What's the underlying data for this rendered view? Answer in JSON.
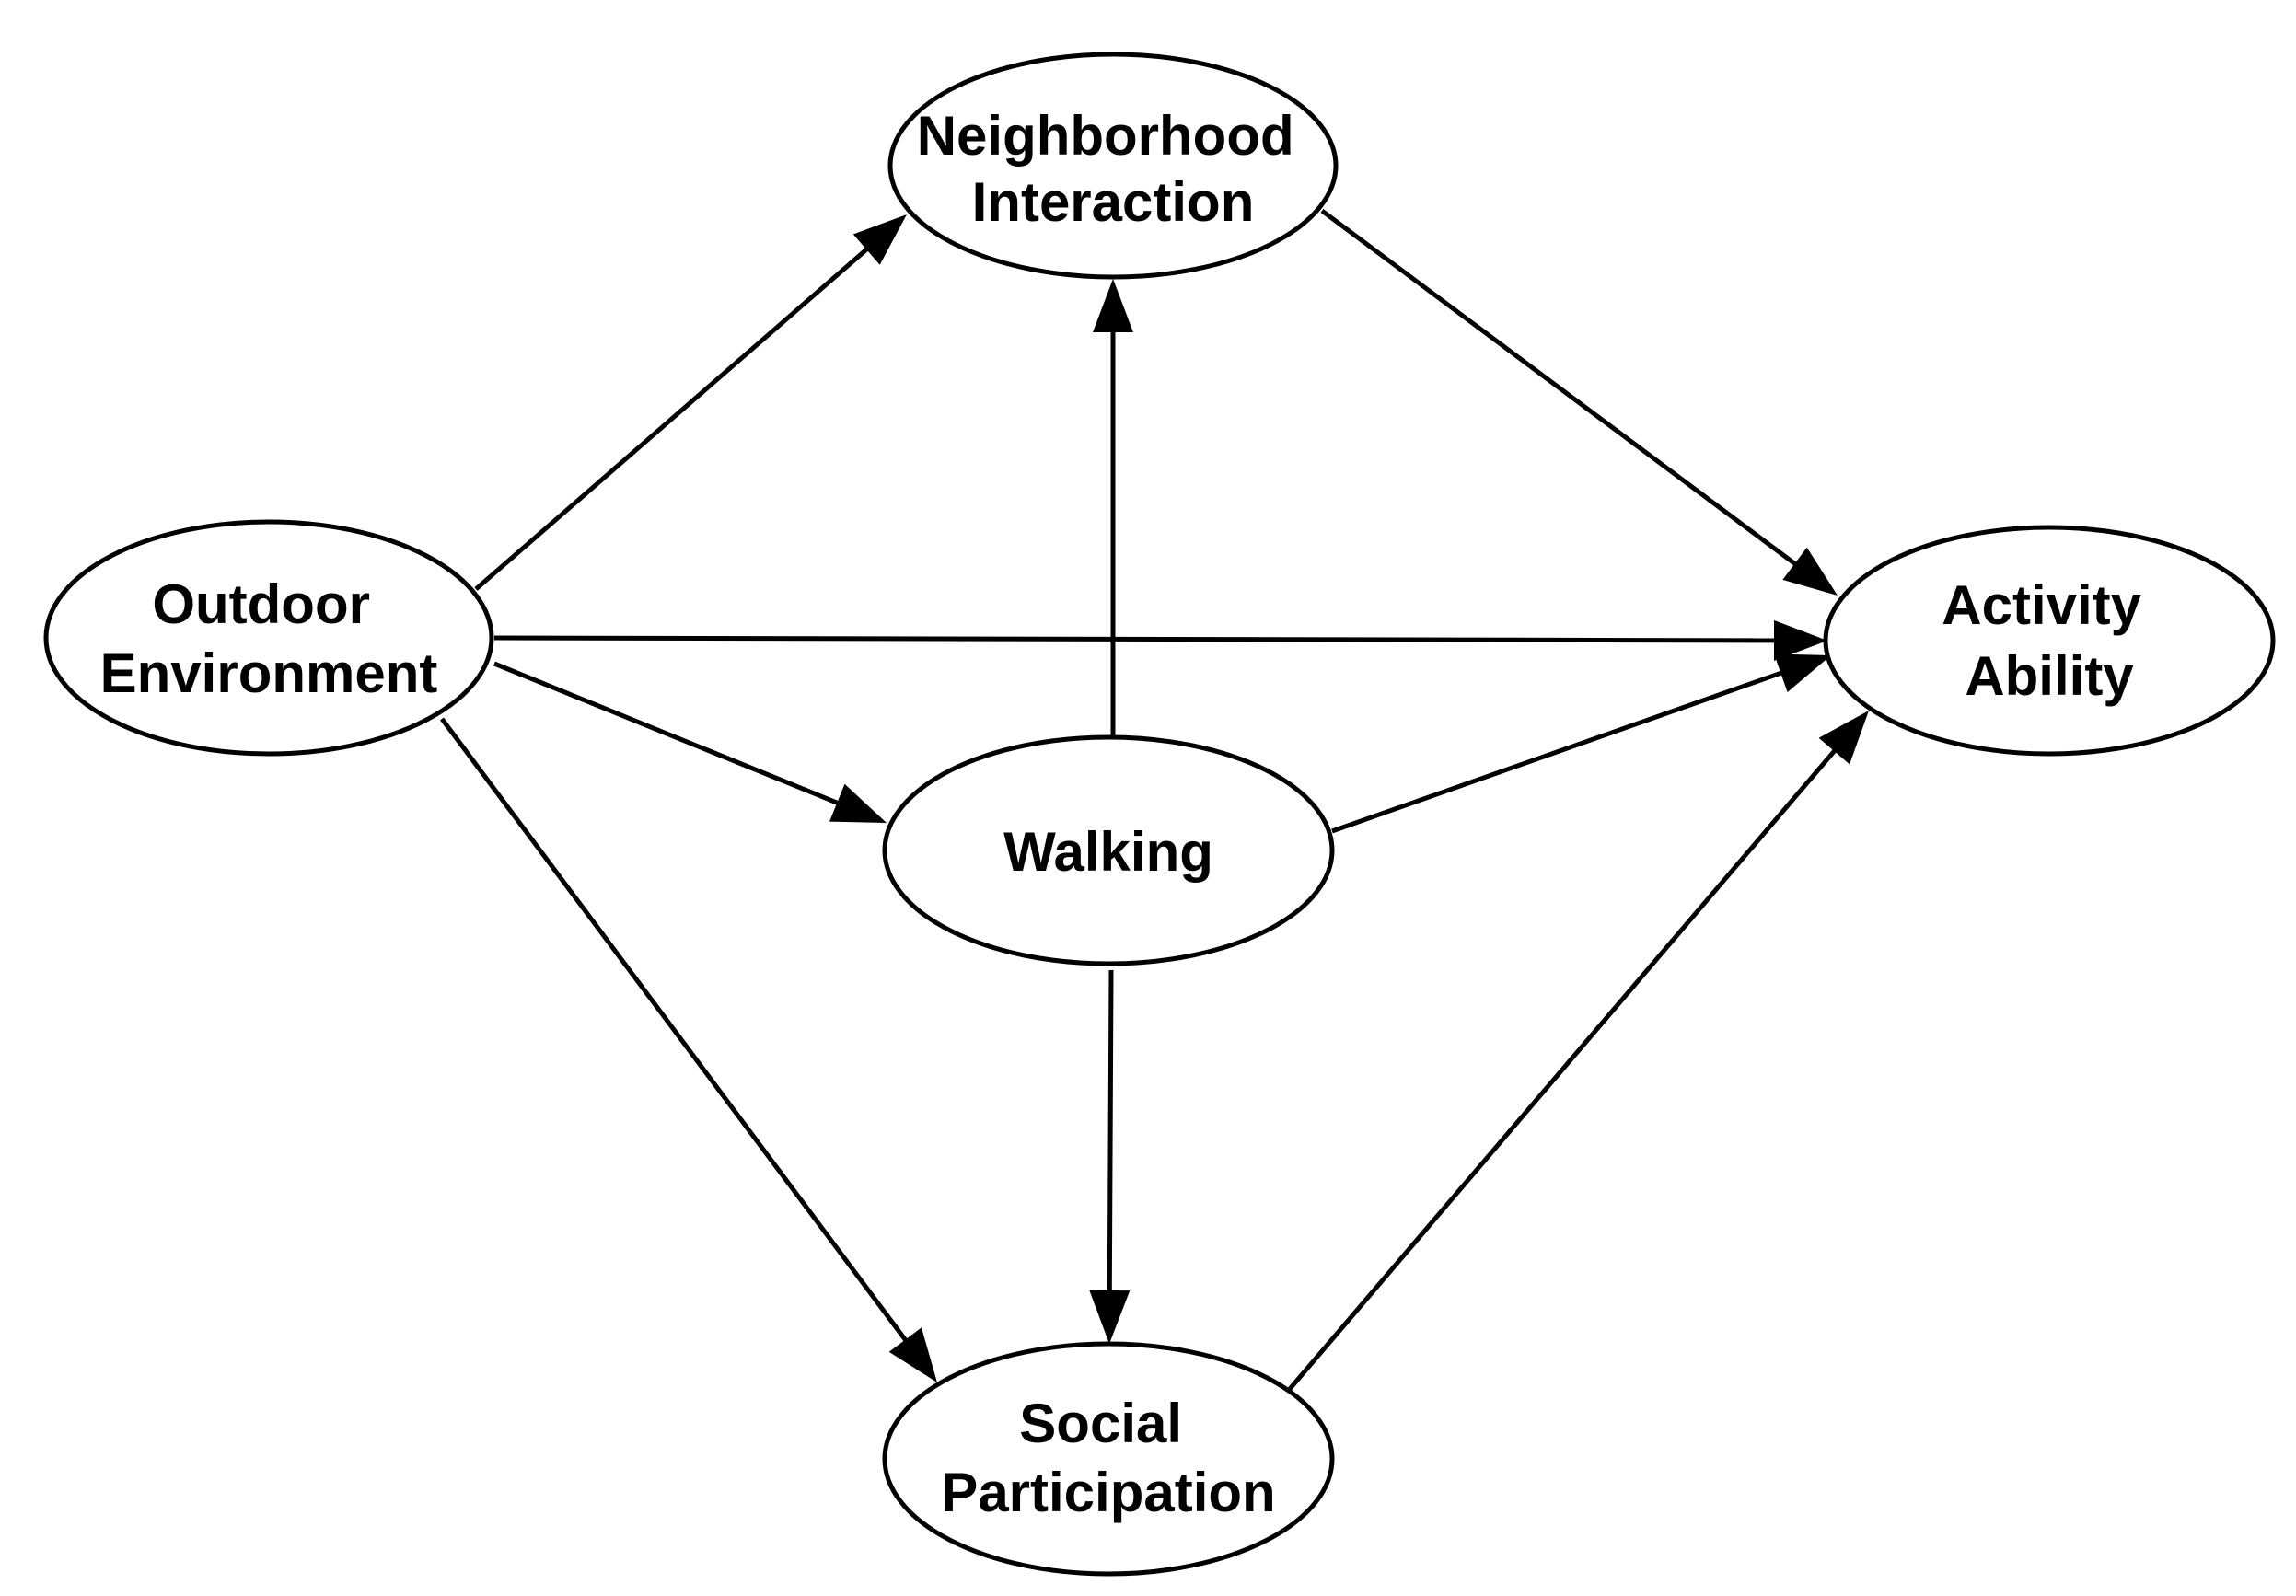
{
  "nodes": [
    {
      "id": "outdoor",
      "lines": [
        "Outdoor",
        "Environment"
      ]
    },
    {
      "id": "neighborhood",
      "lines": [
        "Neighborhood",
        "Interaction"
      ]
    },
    {
      "id": "walking",
      "lines": [
        "Walking"
      ]
    },
    {
      "id": "social",
      "lines": [
        "Social",
        "Participation"
      ]
    },
    {
      "id": "activity",
      "lines": [
        "Activity",
        "Ability"
      ]
    }
  ],
  "edges": [
    {
      "from": "outdoor",
      "to": "neighborhood"
    },
    {
      "from": "outdoor",
      "to": "activity"
    },
    {
      "from": "outdoor",
      "to": "walking"
    },
    {
      "from": "outdoor",
      "to": "social"
    },
    {
      "from": "neighborhood",
      "to": "activity"
    },
    {
      "from": "walking",
      "to": "neighborhood"
    },
    {
      "from": "walking",
      "to": "activity"
    },
    {
      "from": "walking",
      "to": "social"
    },
    {
      "from": "social",
      "to": "activity"
    }
  ],
  "colors": {
    "stroke": "#000000",
    "fill": "#ffffff",
    "text": "#000000"
  }
}
